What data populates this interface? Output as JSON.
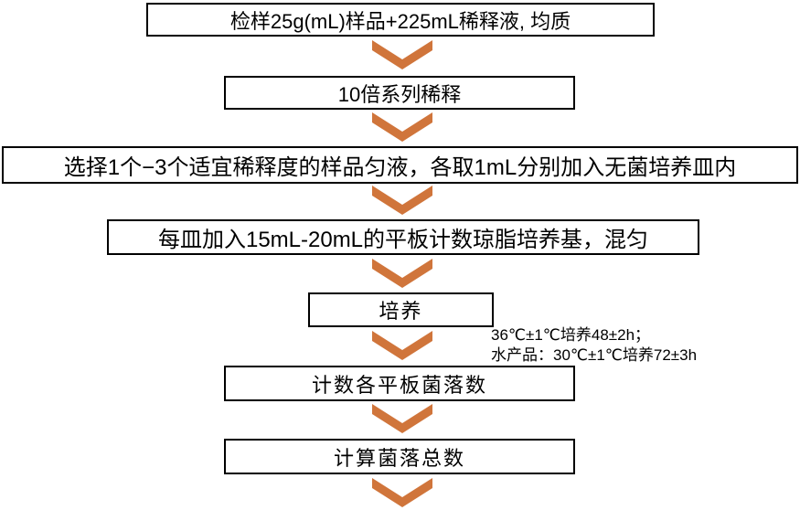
{
  "steps": [
    {
      "label": "检样25g(mL)样品+225mL稀释液, 均质"
    },
    {
      "label": "10倍系列稀释"
    },
    {
      "label": "选择1个−3个适宜稀释度的样品匀液，各取1mL分别加入无菌培养皿内"
    },
    {
      "label": "每皿加入15mL-20mL的平板计数琼脂培养基，混匀"
    },
    {
      "label": "培养"
    },
    {
      "label": "计数各平板菌落数"
    },
    {
      "label": "计算菌落总数"
    }
  ],
  "note": {
    "line1": "36℃±1℃培养48±2h；",
    "line2": "水产品：30℃±1℃培养72±3h"
  },
  "colors": {
    "arrow": "#D0753B",
    "box_border": "#000000",
    "box_bg": "#FFFFFF"
  }
}
